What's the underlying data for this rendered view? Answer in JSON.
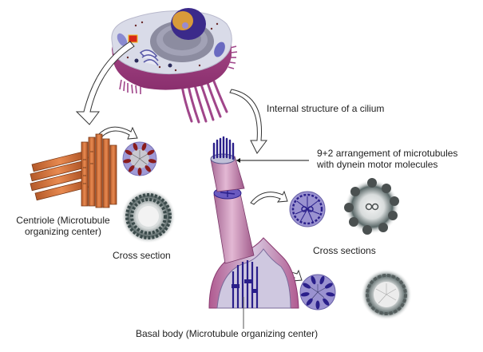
{
  "labels": {
    "internal_structure": "Internal structure of a cilium",
    "arrangement_line1": "9+2 arrangement of microtubules",
    "arrangement_line2": "with dynein motor molecules",
    "centriole_line1": "Centriole (Microtubule",
    "centriole_line2": "organizing center)",
    "cross_section": "Cross section",
    "cross_sections": "Cross sections",
    "basal_body": "Basal body (Microtubule organizing center)"
  },
  "illustrations": {
    "cell": "cell-with-cilia",
    "centriole": "centriole-cylinders",
    "cilium": "cilium-with-basal-body",
    "centriole_cross_section_diagram": "triplet-ring-diagram",
    "centriole_cross_section_micrograph": "triplet-ring-micrograph",
    "cilium_cross_section_diagram": "nine-plus-two-diagram",
    "cilium_cross_section_micrograph": "nine-plus-two-micrograph",
    "basal_cross_section_diagram": "basal-triplet-diagram",
    "basal_cross_section_micrograph": "basal-triplet-micrograph"
  },
  "colors": {
    "membrane": "#9b3a7e",
    "cytoplasm": "#d9dbe8",
    "nucleus": "#3b2a8a",
    "centriole": "#d0703a",
    "cilium_shaft": "#c48ab0",
    "microtubule_blue": "#2a1f8a",
    "cross_section_fill": "#9a92d0",
    "centriole_ring_fill": "#9f9ad6",
    "centriole_triplet": "#8a1c1c",
    "micrograph_dark": "#3a4a4a"
  }
}
